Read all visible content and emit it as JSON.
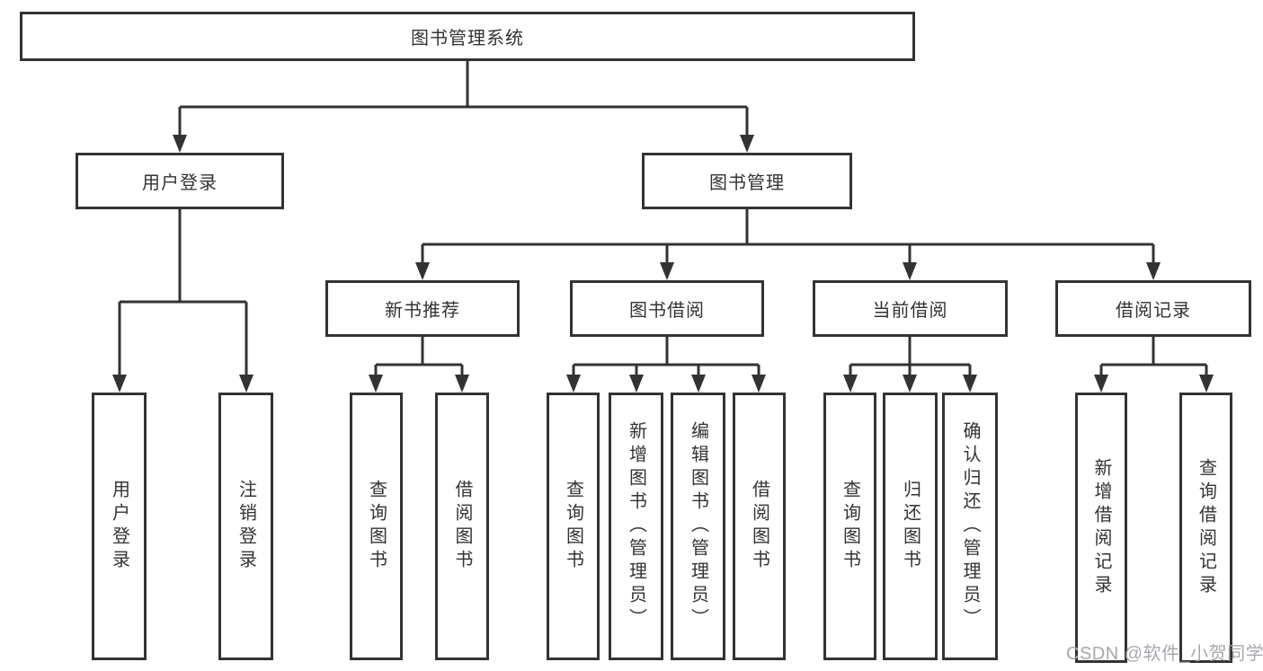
{
  "diagram": {
    "root": {
      "label": "图书管理系统"
    },
    "branches": [
      {
        "label": "用户登录",
        "children": [
          {
            "label": "用户登录"
          },
          {
            "label": "注销登录"
          }
        ]
      },
      {
        "label": "图书管理",
        "children": [
          {
            "label": "新书推荐",
            "children": [
              {
                "label": "查询图书"
              },
              {
                "label": "借阅图书"
              }
            ]
          },
          {
            "label": "图书借阅",
            "children": [
              {
                "label": "查询图书"
              },
              {
                "label": "新增图书（管理员）"
              },
              {
                "label": "编辑图书（管理员）"
              },
              {
                "label": "借阅图书"
              }
            ]
          },
          {
            "label": "当前借阅",
            "children": [
              {
                "label": "查询图书"
              },
              {
                "label": "归还图书"
              },
              {
                "label": "确认归还（管理员）"
              }
            ]
          },
          {
            "label": "借阅记录",
            "children": [
              {
                "label": "新增借阅记录"
              },
              {
                "label": "查询借阅记录"
              }
            ]
          }
        ]
      }
    ],
    "watermark": "CSDN @软件_小贺同学",
    "colors": {
      "line": "#333333",
      "box_border": "#333333",
      "box_fill": "#ffffff",
      "text": "#333333",
      "watermark": "#aba6af"
    }
  }
}
